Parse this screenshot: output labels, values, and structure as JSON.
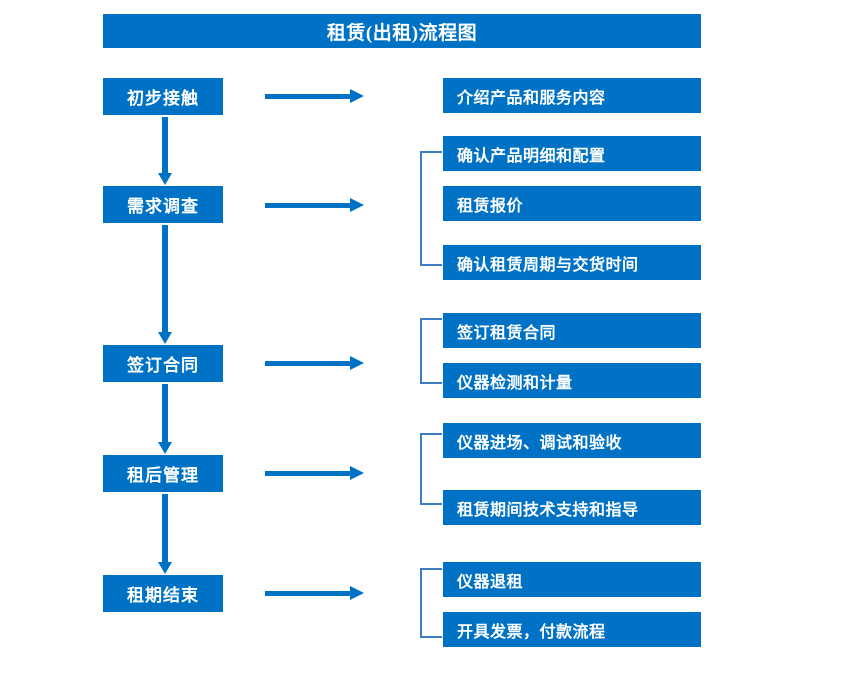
{
  "diagram": {
    "title": "租赁(出租)流程图",
    "accent_color": "#0072C6",
    "bracket_color": "#3b7dc4",
    "text_color": "#FFFFFF",
    "background_color": "#FFFFFF",
    "stages": [
      {
        "id": "stage-1",
        "label": "初步接触"
      },
      {
        "id": "stage-2",
        "label": "需求调查"
      },
      {
        "id": "stage-3",
        "label": "签订合同"
      },
      {
        "id": "stage-4",
        "label": "租后管理"
      },
      {
        "id": "stage-5",
        "label": "租期结束"
      }
    ],
    "details": [
      {
        "id": "detail-1",
        "label": "介绍产品和服务内容"
      },
      {
        "id": "detail-2",
        "label": "确认产品明细和配置"
      },
      {
        "id": "detail-3",
        "label": "租赁报价"
      },
      {
        "id": "detail-4",
        "label": "确认租赁周期与交货时间"
      },
      {
        "id": "detail-5",
        "label": "签订租赁合同"
      },
      {
        "id": "detail-6",
        "label": "仪器检测和计量"
      },
      {
        "id": "detail-7",
        "label": "仪器进场、调试和验收"
      },
      {
        "id": "detail-8",
        "label": "租赁期间技术支持和指导"
      },
      {
        "id": "detail-9",
        "label": "仪器退租"
      },
      {
        "id": "detail-10",
        "label": "开具发票，付款流程"
      }
    ],
    "groups": [
      {
        "id": "group-needs",
        "members": [
          "detail-2",
          "detail-3",
          "detail-4"
        ]
      },
      {
        "id": "group-contract",
        "members": [
          "detail-5",
          "detail-6"
        ]
      },
      {
        "id": "group-management",
        "members": [
          "detail-7",
          "detail-8"
        ]
      },
      {
        "id": "group-end",
        "members": [
          "detail-9",
          "detail-10"
        ]
      }
    ],
    "flow_connections": [
      {
        "from": "stage-1",
        "to": "stage-2",
        "direction": "down"
      },
      {
        "from": "stage-2",
        "to": "stage-3",
        "direction": "down"
      },
      {
        "from": "stage-3",
        "to": "stage-4",
        "direction": "down"
      },
      {
        "from": "stage-4",
        "to": "stage-5",
        "direction": "down"
      },
      {
        "from": "stage-1",
        "to": "detail-1",
        "direction": "right"
      },
      {
        "from": "stage-2",
        "to": "group-needs",
        "direction": "right"
      },
      {
        "from": "stage-3",
        "to": "group-contract",
        "direction": "right"
      },
      {
        "from": "stage-4",
        "to": "group-management",
        "direction": "right"
      },
      {
        "from": "stage-5",
        "to": "group-end",
        "direction": "right"
      }
    ]
  }
}
